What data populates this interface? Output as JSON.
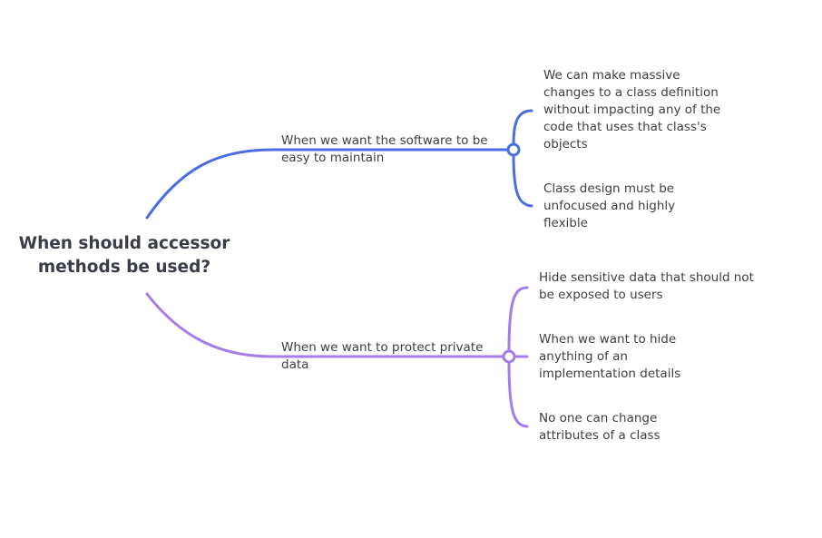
{
  "root": {
    "text": "When should accessor methods be used?"
  },
  "branches": [
    {
      "label": "When we want the software to be easy to maintain",
      "color": "#4a6ee0",
      "children": [
        "We can make massive changes to a class definition without impacting any of the code that uses that class's objects",
        "Class design must be unfocused and highly flexible"
      ]
    },
    {
      "label": "When we want to protect private data",
      "color": "#a47de8",
      "children": [
        "Hide sensitive data that should not be exposed to users",
        "When we want to hide anything of an implementation details",
        "No one can change attributes of a class"
      ]
    }
  ]
}
